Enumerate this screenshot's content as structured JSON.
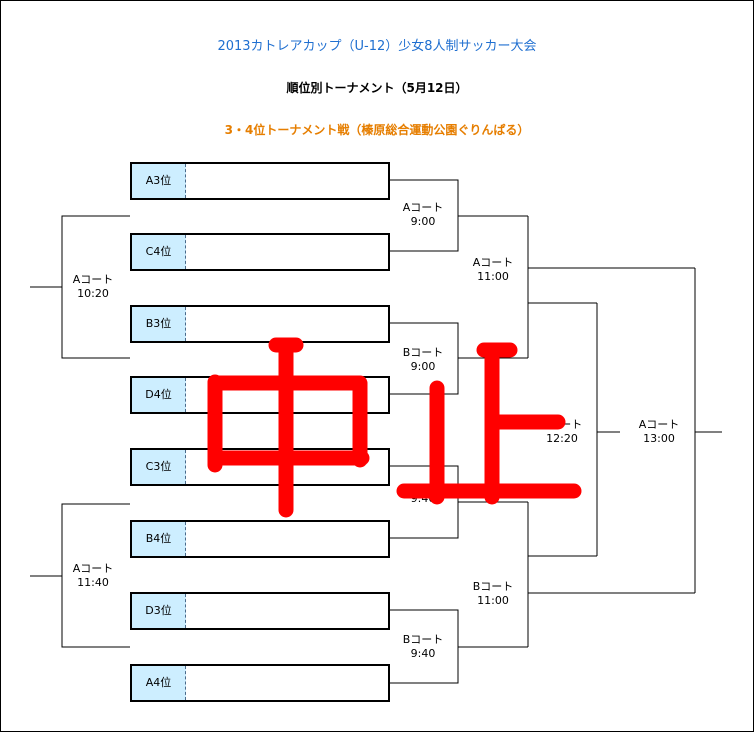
{
  "header": {
    "title": "2013カトレアカップ（U-12）少女8人制サッカー大会",
    "subtitle": "順位別トーナメント（5月12日）",
    "section": "3・4位トーナメント戦（榛原総合運動公園ぐりんぱる）"
  },
  "slots": [
    {
      "label": "A3位"
    },
    {
      "label": "C4位"
    },
    {
      "label": "B3位"
    },
    {
      "label": "D4位"
    },
    {
      "label": "C3位"
    },
    {
      "label": "B4位"
    },
    {
      "label": "D3位"
    },
    {
      "label": "A4位"
    }
  ],
  "matches": {
    "r1_top": {
      "court": "Aコート",
      "time": "9:00"
    },
    "r1_b": {
      "court": "Bコート",
      "time": "9:00"
    },
    "r1_c": {
      "court": "",
      "time": "9:40"
    },
    "r1_bottom": {
      "court": "Bコート",
      "time": "9:40"
    },
    "left_top": {
      "court": "Aコート",
      "time": "10:20"
    },
    "left_bottom": {
      "court": "Aコート",
      "time": "11:40"
    },
    "semi_top": {
      "court": "Aコート",
      "time": "11:00"
    },
    "semi_bottom": {
      "court": "Bコート",
      "time": "11:00"
    },
    "center": {
      "court": "Aコート",
      "time": "12:20"
    },
    "final": {
      "court": "Aコート",
      "time": "13:00"
    }
  },
  "stamp": {
    "text": "中止",
    "color": "#ff0000"
  },
  "colors": {
    "title": "#1f6fd0",
    "section": "#e67e00",
    "slot_fill": "#cdeeff"
  }
}
